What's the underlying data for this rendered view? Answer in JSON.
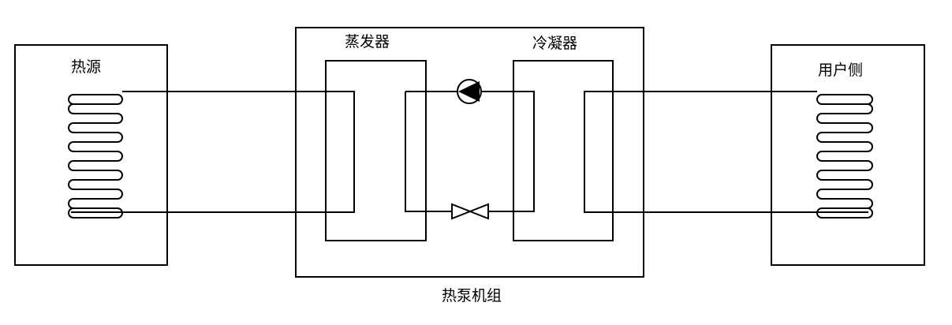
{
  "labels": {
    "heat_source": "热源",
    "evaporator": "蒸发器",
    "condenser": "冷凝器",
    "user_side": "用户侧",
    "heat_pump_unit": "热泵机组"
  },
  "icons": {
    "pump": "pump-icon",
    "valve": "expansion-valve-icon"
  },
  "colors": {
    "line": "#000000",
    "background": "#ffffff"
  }
}
